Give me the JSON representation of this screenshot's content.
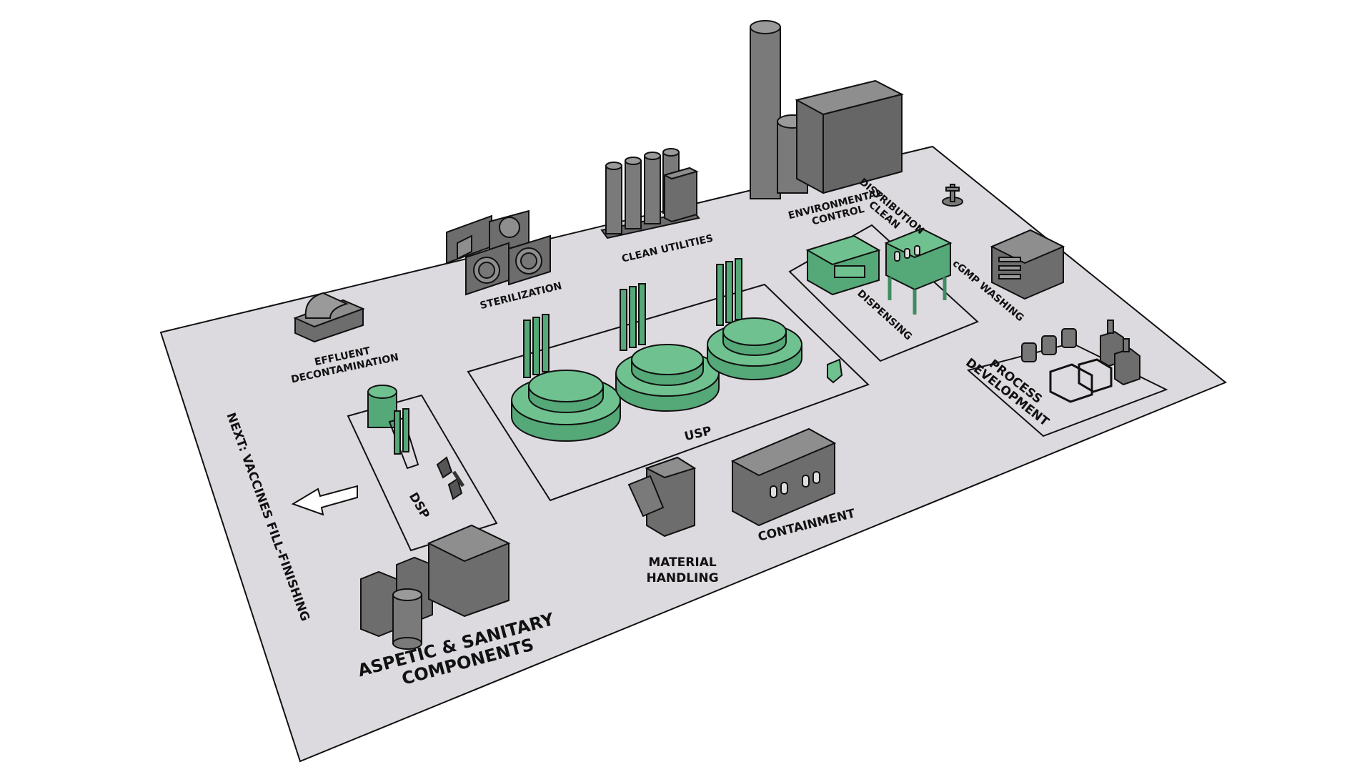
{
  "colors": {
    "background": "#ffffff",
    "floor": "#dcdadf",
    "grey_light": "#8e8e8e",
    "grey_mid": "#6d6d6d",
    "grey_dark": "#555555",
    "green_light": "#6fc28f",
    "green_mid": "#55a877",
    "green_dark": "#3f8d60",
    "outline": "#111111"
  },
  "labels": {
    "effluent_decontamination": [
      "EFFLUENT",
      "DECONTAMINATION"
    ],
    "sterilization": "STERILIZATION",
    "clean_utilities": "CLEAN UTILITIES",
    "environmental_control": [
      "ENVIRONMENTAL",
      "CONTROL"
    ],
    "distribution_clean": [
      "DISTRIBUTION",
      "CLEAN"
    ],
    "dispensing": "DISPENSING",
    "cgmp_washing": "cGMP WASHING",
    "process_development": [
      "PROCESS",
      "DEVELOPMENT"
    ],
    "usp": "USP",
    "dsp": "DSP",
    "material_handling": [
      "MATERIAL",
      "HANDLING"
    ],
    "containment": "CONTAINMENT",
    "aseptic_sanitary": [
      "ASPETIC & SANITARY",
      "COMPONENTS"
    ],
    "next_step": "NEXT: VACCINES FILL-FINISHING"
  },
  "icons": {
    "next_arrow": "arrow-left-icon"
  }
}
